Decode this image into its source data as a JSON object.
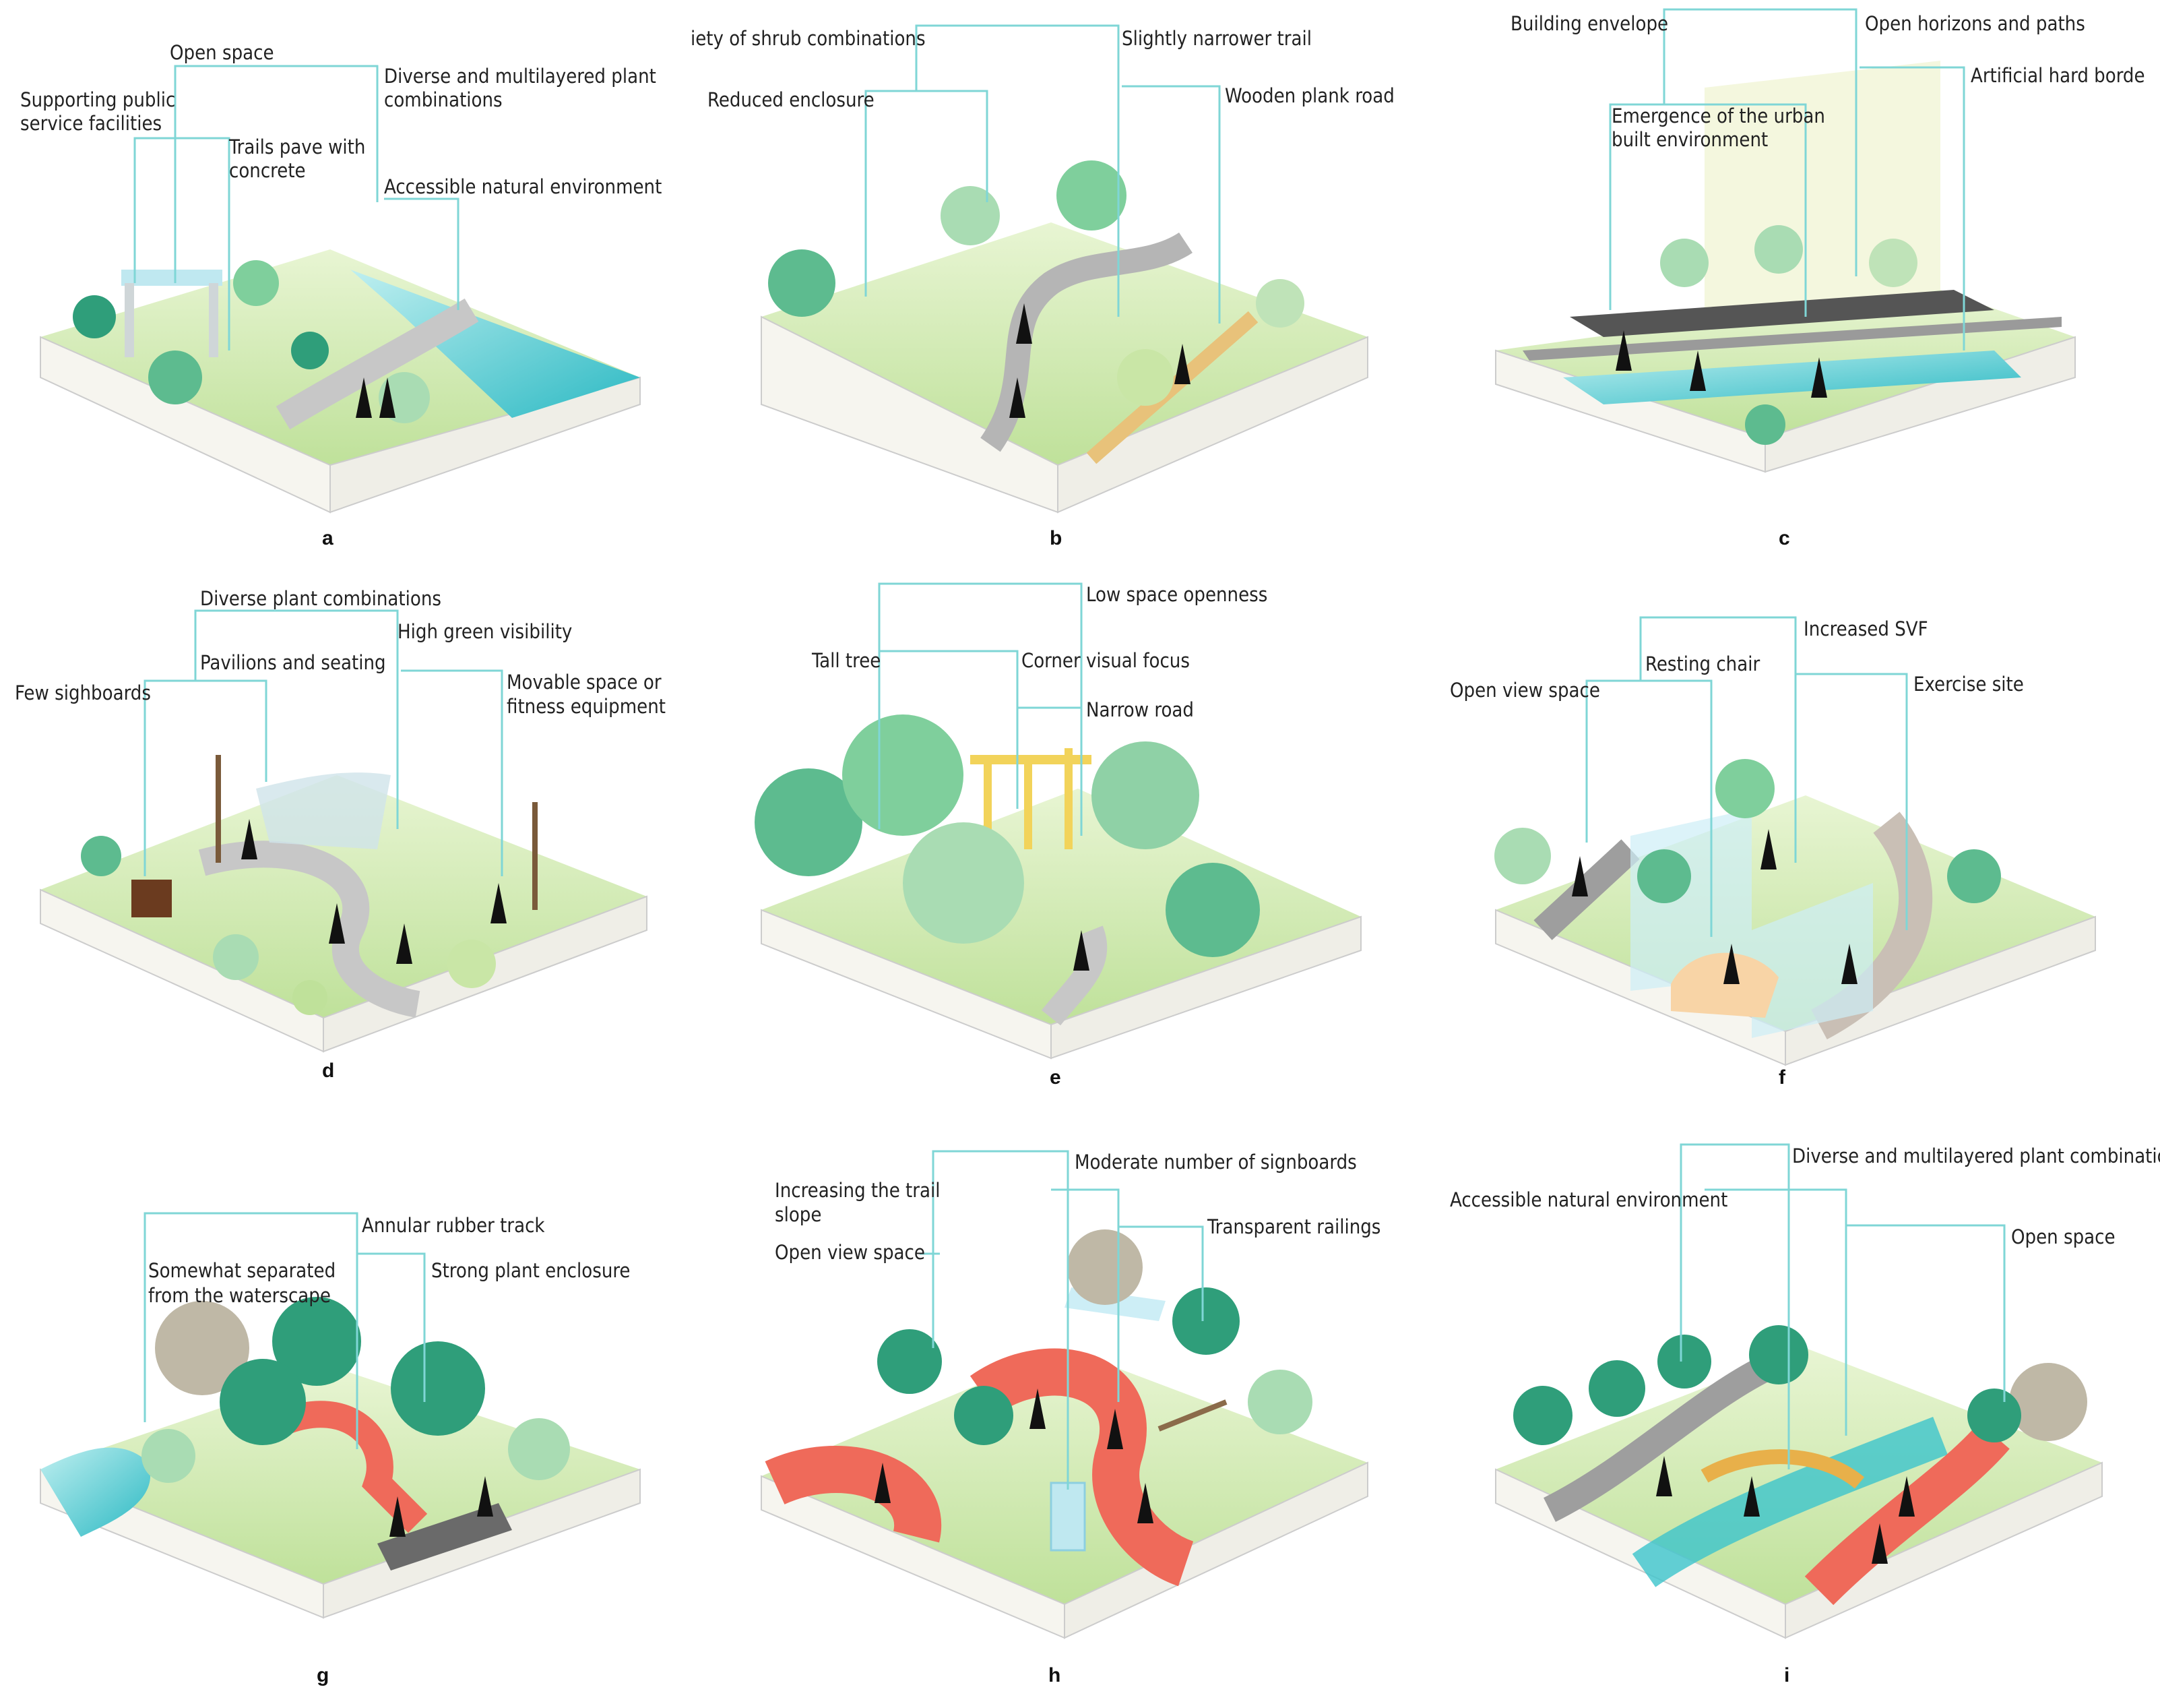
{
  "panels": [
    {
      "id": "a",
      "letter": "a",
      "labels": [
        "Open space",
        "Supporting public",
        "service facilities",
        "Trails pave with",
        "concrete",
        "Diverse and multilayered plant",
        "combinations",
        "Accessible natural environment"
      ]
    },
    {
      "id": "b",
      "letter": "b",
      "labels": [
        "iety of shrub combinations",
        "Slightly narrower trail",
        "Reduced enclosure",
        "Wooden plank road"
      ]
    },
    {
      "id": "c",
      "letter": "c",
      "labels": [
        "Building envelope",
        "Open horizons and paths",
        "Artificial hard borde",
        "Emergence of the urban",
        "built environment"
      ]
    },
    {
      "id": "d",
      "letter": "d",
      "labels": [
        "Diverse plant combinations",
        "High green visibility",
        "Pavilions and seating",
        "Few sighboards",
        "Movable space or",
        "fitness equipment"
      ]
    },
    {
      "id": "e",
      "letter": "e",
      "labels": [
        "Low space openness",
        "Tall tree",
        "Corner visual focus",
        "Narrow road"
      ]
    },
    {
      "id": "f",
      "letter": "f",
      "labels": [
        "Increased SVF",
        "Resting chair",
        "Open view space",
        "Exercise site"
      ]
    },
    {
      "id": "g",
      "letter": "g",
      "labels": [
        "Annular rubber track",
        "Somewhat separated",
        "from the waterscape",
        "Strong plant enclosure"
      ]
    },
    {
      "id": "h",
      "letter": "h",
      "labels": [
        "Moderate number of signboards",
        "Increasing the trail",
        "slope",
        "Transparent railings",
        "Open view space"
      ]
    },
    {
      "id": "i",
      "letter": "i",
      "labels": [
        "Diverse and multilayered plant combinations",
        "Accessible natural environment",
        "Open space"
      ]
    }
  ],
  "colors": {
    "leader": "#7fd6d6",
    "grass": "#c9e6a6",
    "grass_light": "#e6f3cf",
    "tree_dark": "#2f9e7a",
    "tree_mid": "#5dbb8f",
    "tree_light": "#a9dcb3",
    "water": "#3cc4cc",
    "path": "#bdbdbd",
    "track": "#ef6a5a",
    "bridge": "#e8b04a",
    "soil": "#f4f2ec"
  }
}
